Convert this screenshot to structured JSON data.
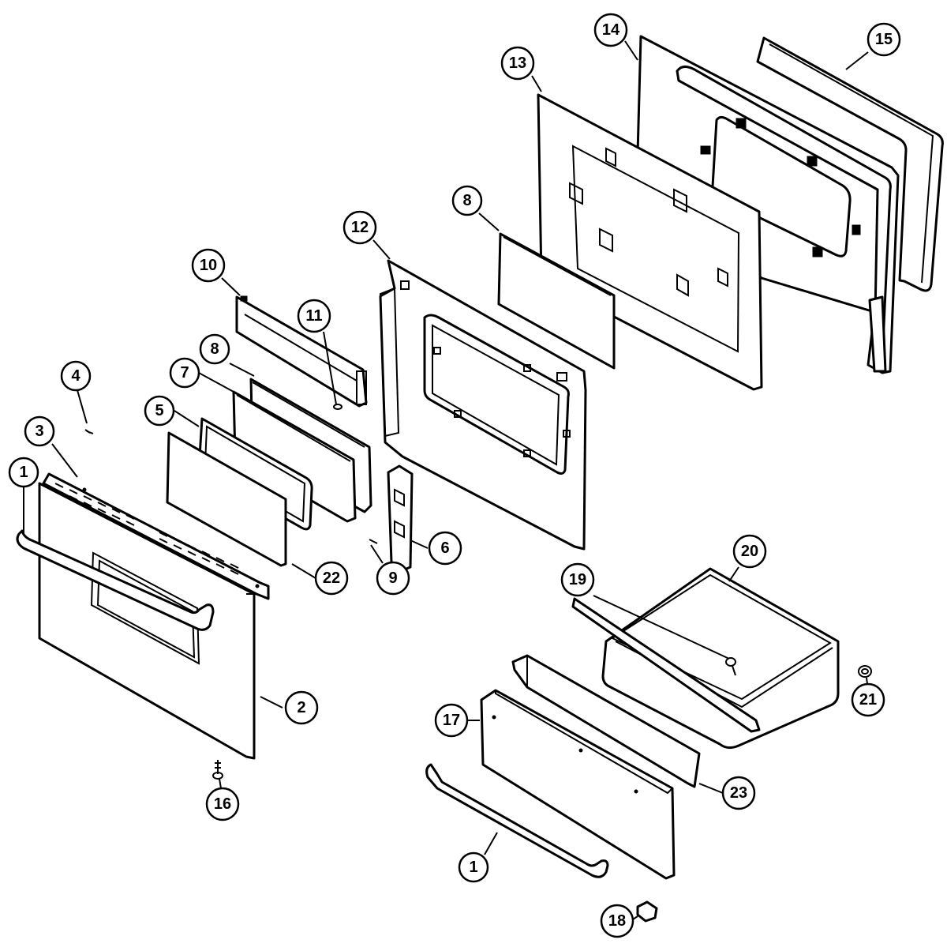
{
  "callouts": [
    {
      "id": "c1a",
      "label": "1"
    },
    {
      "id": "c2",
      "label": "2"
    },
    {
      "id": "c3",
      "label": "3"
    },
    {
      "id": "c4",
      "label": "4"
    },
    {
      "id": "c5",
      "label": "5"
    },
    {
      "id": "c6",
      "label": "6"
    },
    {
      "id": "c7",
      "label": "7"
    },
    {
      "id": "c8a",
      "label": "8"
    },
    {
      "id": "c8b",
      "label": "8"
    },
    {
      "id": "c9",
      "label": "9"
    },
    {
      "id": "c10",
      "label": "10"
    },
    {
      "id": "c11",
      "label": "11"
    },
    {
      "id": "c12",
      "label": "12"
    },
    {
      "id": "c13",
      "label": "13"
    },
    {
      "id": "c14",
      "label": "14"
    },
    {
      "id": "c15",
      "label": "15"
    },
    {
      "id": "c16",
      "label": "16"
    },
    {
      "id": "c17",
      "label": "17"
    },
    {
      "id": "c18",
      "label": "18"
    },
    {
      "id": "c19",
      "label": "19"
    },
    {
      "id": "c20",
      "label": "20"
    },
    {
      "id": "c21",
      "label": "21"
    },
    {
      "id": "c22",
      "label": "22"
    },
    {
      "id": "c23",
      "label": "23"
    },
    {
      "id": "c1b",
      "label": "1"
    }
  ]
}
